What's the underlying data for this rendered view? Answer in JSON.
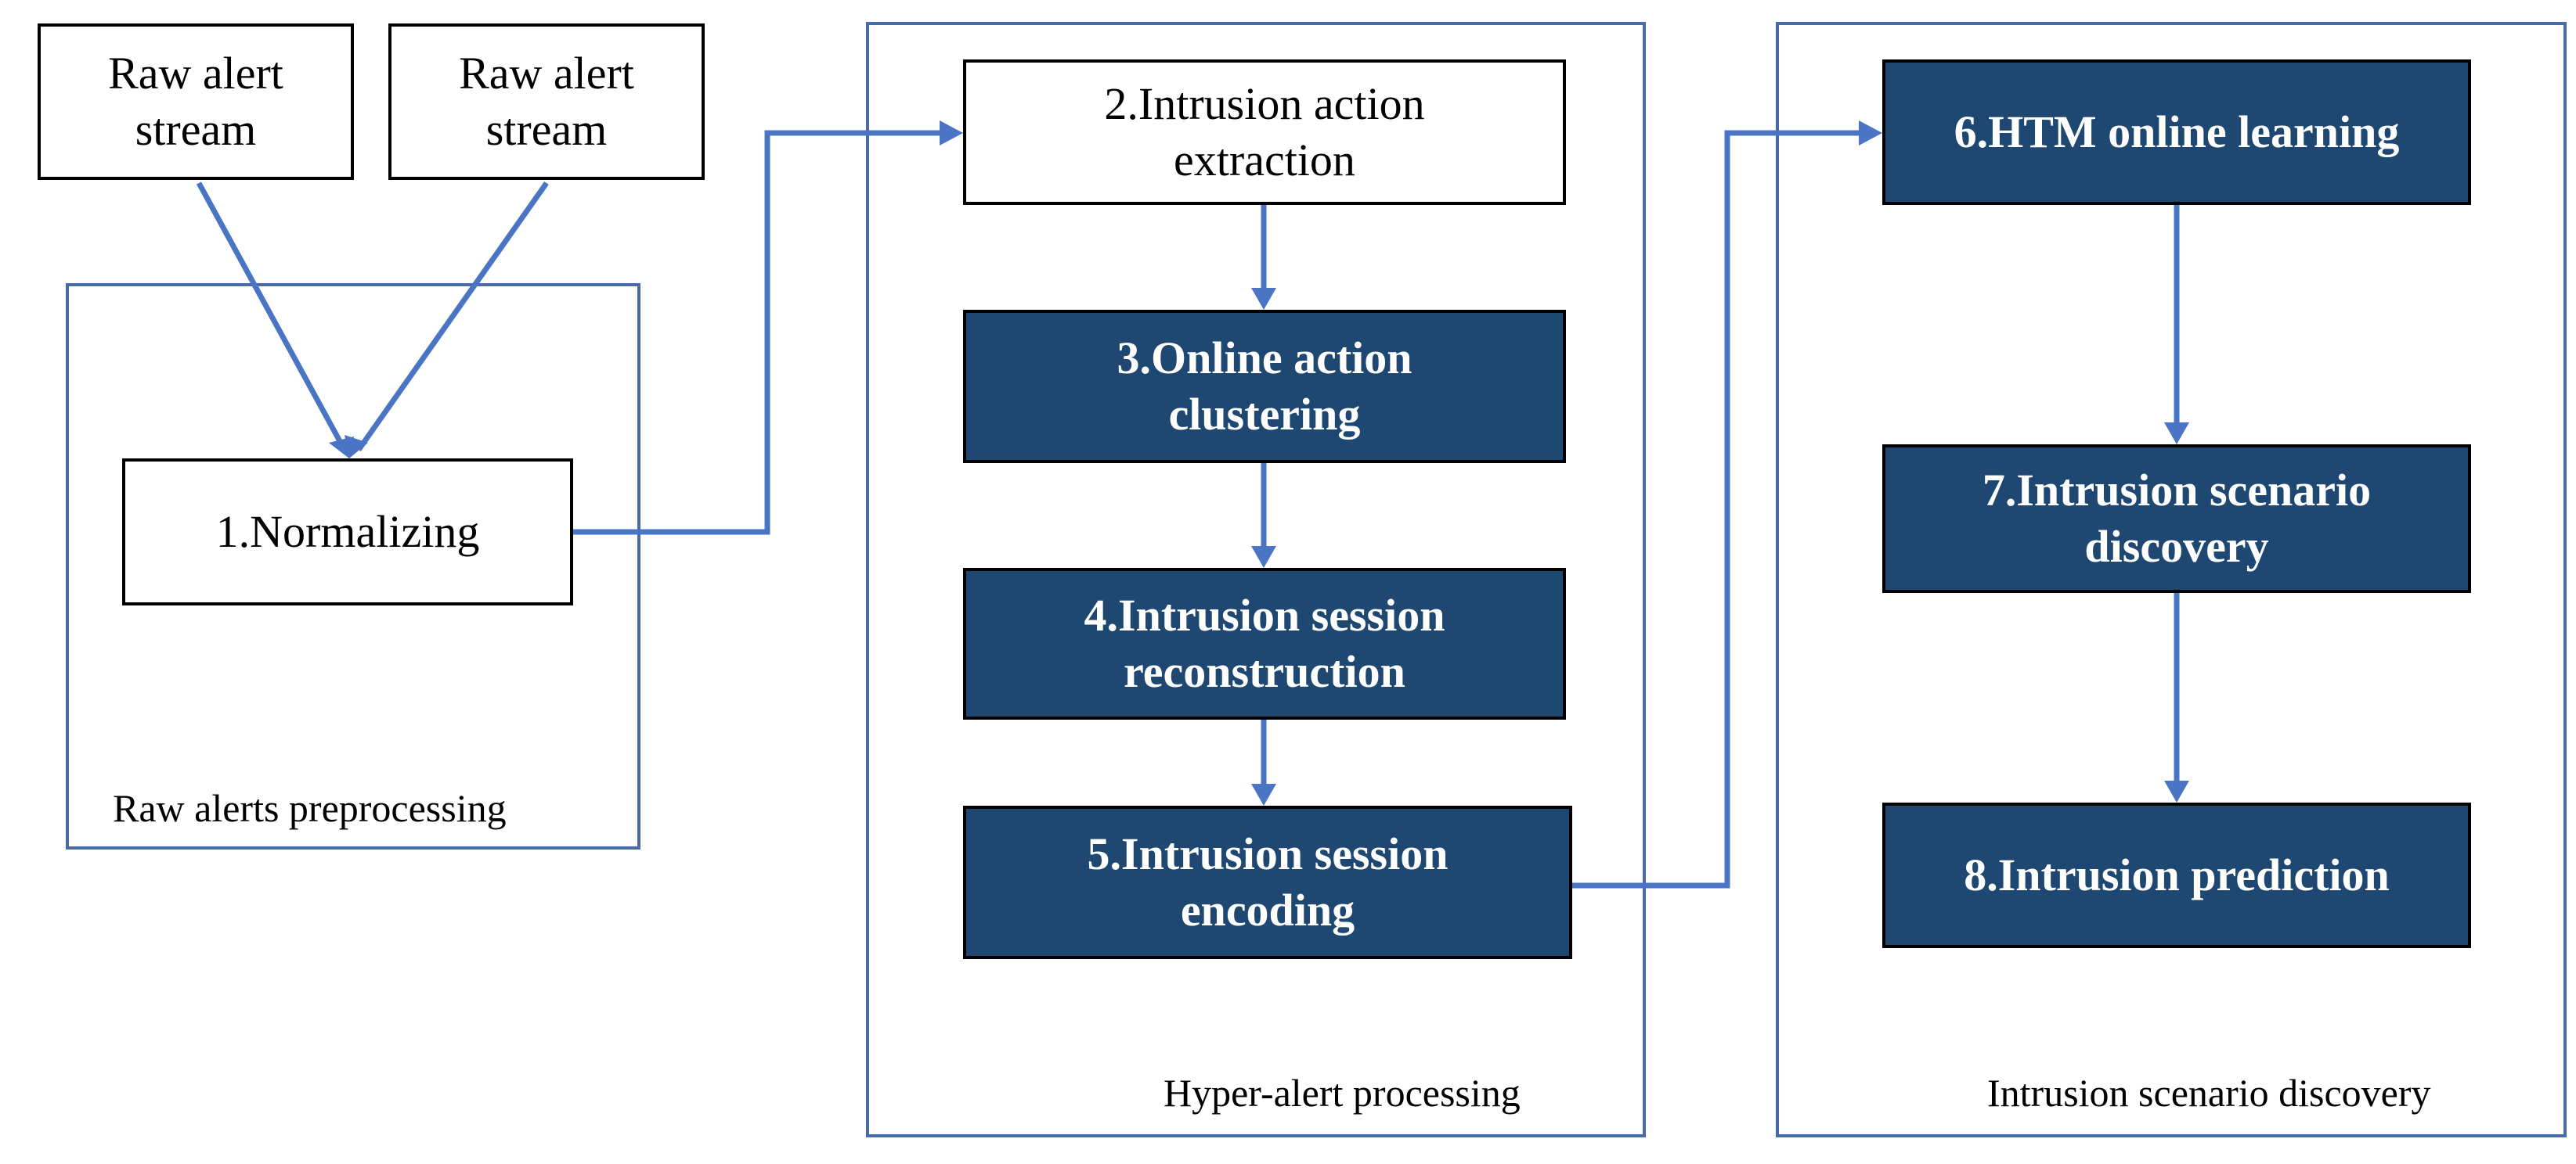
{
  "colors": {
    "dark_box_fill": "#1e4872",
    "connector": "#4a74c4",
    "container_border": "#4a6aa8"
  },
  "inputs": [
    {
      "label_line1": "Raw alert",
      "label_line2": "stream"
    },
    {
      "label_line1": "Raw alert",
      "label_line2": "stream"
    }
  ],
  "containers": {
    "preprocessing": {
      "label": "Raw alerts preprocessing"
    },
    "hyper_alert": {
      "label": "Hyper-alert processing"
    },
    "scenario": {
      "label": "Intrusion scenario discovery"
    }
  },
  "steps": [
    {
      "line1": "1.Normalizing",
      "line2": ""
    },
    {
      "line1": "2.Intrusion action",
      "line2": "extraction"
    },
    {
      "line1": "3.Online action",
      "line2": "clustering"
    },
    {
      "line1": "4.Intrusion session",
      "line2": "reconstruction"
    },
    {
      "line1": "5.Intrusion session",
      "line2": "encoding"
    },
    {
      "line1": "6.HTM online learning",
      "line2": ""
    },
    {
      "line1": "7.Intrusion scenario",
      "line2": "discovery"
    },
    {
      "line1": "8.Intrusion prediction",
      "line2": ""
    }
  ]
}
